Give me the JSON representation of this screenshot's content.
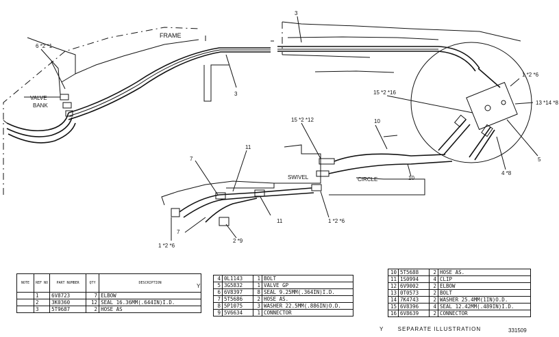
{
  "doc_number": "331509",
  "labels": {
    "frame": "FRAME",
    "valve_bank": [
      "VALVE",
      "BANK"
    ],
    "swivel": "SWIVEL",
    "circle": "CIRCLE",
    "separate_illustration": "SEPARATE ILLUSTRATION",
    "y_marker": "Y"
  },
  "callouts": {
    "c_6_2_1": "6 *2 *1",
    "c_3_top": "3",
    "c_3_mid": "3",
    "c_15_2_16": "15 *2 *16",
    "c_15_2_12": "15 *2 *12",
    "c_10_a": "10",
    "c_10_b": "10",
    "c_1_2_6_right": "1 *2 *6",
    "c_13_14_8": "13 *14 *8",
    "c_5": "5",
    "c_4_8": "4 *8",
    "c_11_a": "11",
    "c_11_b": "11",
    "c_7_a": "7",
    "c_7_b": "7",
    "c_1_2_6_bottom": "1 *2 *6",
    "c_1_2_6_left": "1 *2 *6",
    "c_2_9": "2 *9"
  },
  "table1": {
    "headers": [
      "NOTE",
      "REF NO",
      "PART NUMBER",
      "QTY",
      "DESCRIPTION"
    ],
    "rows": [
      {
        "note": "",
        "ref": "1",
        "part": "6V8723",
        "qty": "7",
        "desc": "ELBOW"
      },
      {
        "note": "",
        "ref": "2",
        "part": "3K0360",
        "qty": "12",
        "desc": "SEAL 16.36MM(.644IN)I.D."
      },
      {
        "note": "",
        "ref": "3",
        "part": "5T9687",
        "qty": "2",
        "desc": "HOSE AS"
      }
    ]
  },
  "table2": {
    "note": "Y",
    "rows": [
      {
        "ref": "4",
        "part": "0L1143",
        "qty": "1",
        "desc": "BOLT"
      },
      {
        "ref": "5",
        "part": "3G5832",
        "qty": "1",
        "desc": "VALVE GP"
      },
      {
        "ref": "6",
        "part": "6V8397",
        "qty": "8",
        "desc": "SEAL 9.25MM(.364IN)I.D."
      },
      {
        "ref": "7",
        "part": "5T5686",
        "qty": "2",
        "desc": "HOSE AS."
      },
      {
        "ref": "8",
        "part": "5P1075",
        "qty": "3",
        "desc": "WASHER 22.5MM(.886IN)O.D."
      },
      {
        "ref": "9",
        "part": "5V6634",
        "qty": "1",
        "desc": "CONNECTOR"
      }
    ]
  },
  "table3": {
    "rows": [
      {
        "ref": "10",
        "part": "5T5688",
        "qty": "2",
        "desc": "HOSE AS."
      },
      {
        "ref": "11",
        "part": "1S0994",
        "qty": "4",
        "desc": "CLIP"
      },
      {
        "ref": "12",
        "part": "6V9002",
        "qty": "2",
        "desc": "ELBOW"
      },
      {
        "ref": "13",
        "part": "0T0573",
        "qty": "2",
        "desc": "BOLT"
      },
      {
        "ref": "14",
        "part": "7K4743",
        "qty": "2",
        "desc": "WASHER 25.4MM(1IN)O.D."
      },
      {
        "ref": "15",
        "part": "6V8396",
        "qty": "4",
        "desc": "SEAL 12.42MM(.489IN)I.D."
      },
      {
        "ref": "16",
        "part": "6V8639",
        "qty": "2",
        "desc": "CONNECTOR"
      }
    ]
  }
}
